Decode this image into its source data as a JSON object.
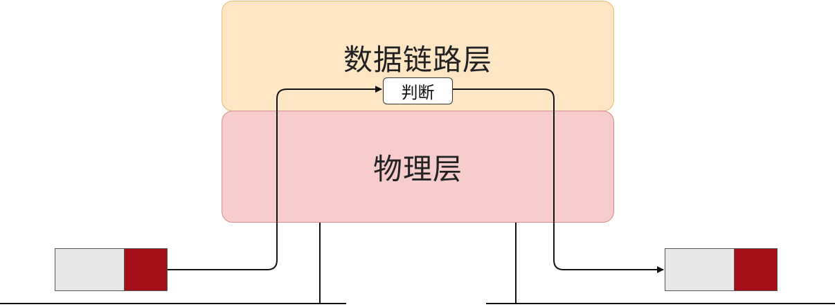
{
  "layers": {
    "data_link": "数据链路层",
    "physical": "物理层"
  },
  "decision": {
    "label": "判断"
  },
  "colors": {
    "data_link_fill": "#fde6c4",
    "data_link_border": "#e8b96a",
    "physical_fill": "#f6cccc",
    "physical_border": "#d98a8a",
    "frame_payload": "#e8e8e8",
    "frame_trailer": "#a50e16",
    "line": "#111111"
  }
}
